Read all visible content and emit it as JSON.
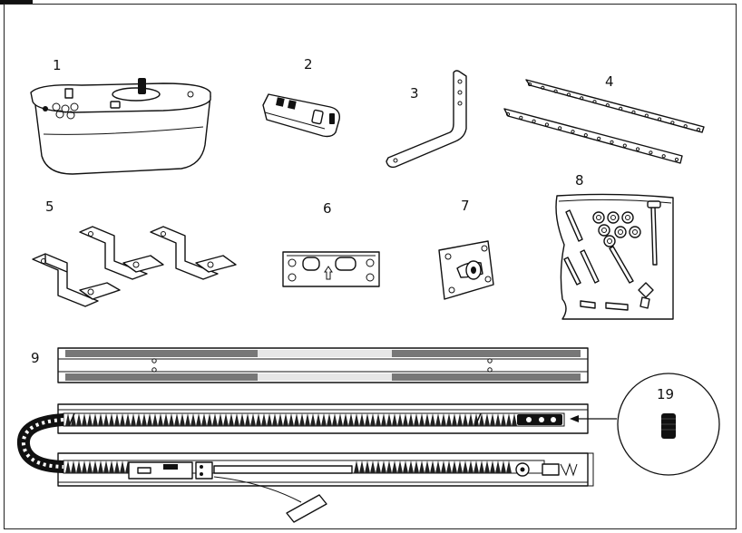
{
  "labels": {
    "motor_unit": "1",
    "remote": "2",
    "angle_bracket": "3",
    "perforated_straps": "4",
    "ceiling_brackets": "5",
    "door_plate": "6",
    "door_bracket": "7",
    "hardware_bag": "8",
    "rail": "9",
    "chain_insert": "19"
  }
}
